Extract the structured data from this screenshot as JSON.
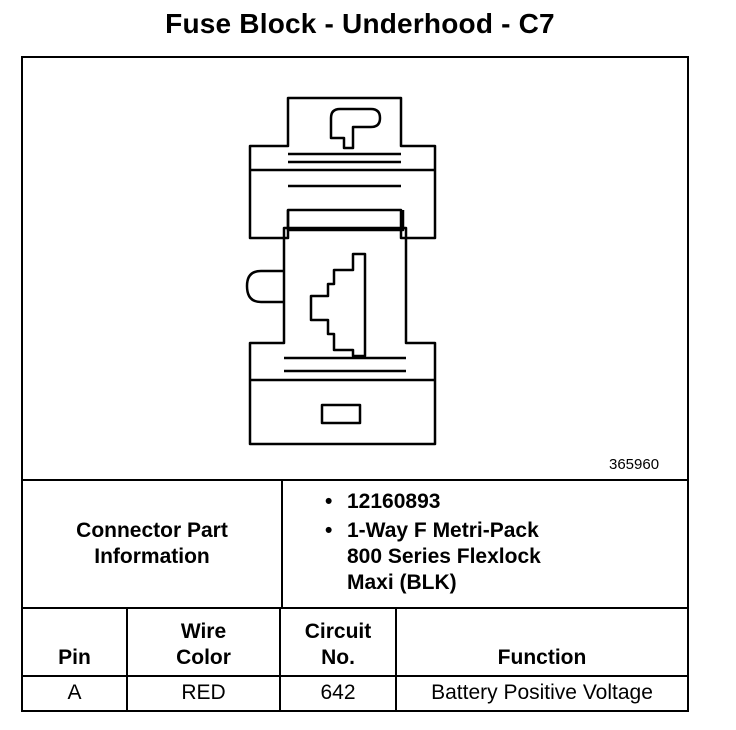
{
  "title": "Fuse Block - Underhood - C7",
  "diagram": {
    "figure_number": "365960",
    "icon": "connector-face-illustration"
  },
  "connector_info": {
    "label_line1": "Connector Part",
    "label_line2": "Information",
    "items": [
      {
        "lines": [
          "12160893"
        ]
      },
      {
        "lines": [
          "1-Way F Metri-Pack",
          "800 Series Flexlock",
          "Maxi (BLK)"
        ]
      }
    ]
  },
  "table": {
    "headers": {
      "pin": "Pin",
      "wire_line1": "Wire",
      "wire_line2": "Color",
      "circuit_line1": "Circuit",
      "circuit_line2": "No.",
      "function": "Function"
    },
    "rows": [
      {
        "pin": "A",
        "wire_color": "RED",
        "circuit": "642",
        "function": "Battery Positive Voltage"
      }
    ]
  }
}
